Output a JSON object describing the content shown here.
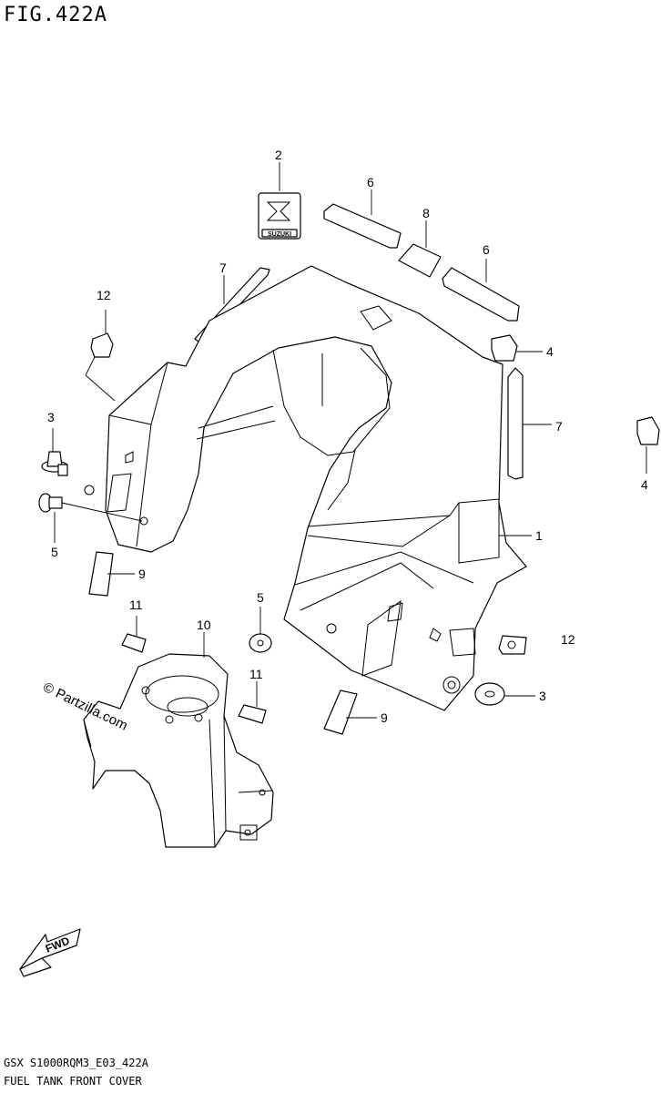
{
  "figure": {
    "title": "FIG.422A",
    "footer_code": "GSX S1000RQM3_E03_422A",
    "footer_description": "FUEL TANK FRONT COVER",
    "watermark": "© Partzilla.com",
    "fwd_label": "FWD",
    "emblem_text": "SUZUKI"
  },
  "callouts": [
    {
      "id": "c2",
      "label": "2"
    },
    {
      "id": "c6a",
      "label": "6"
    },
    {
      "id": "c8",
      "label": "8"
    },
    {
      "id": "c6b",
      "label": "6"
    },
    {
      "id": "c7a",
      "label": "7"
    },
    {
      "id": "c12a",
      "label": "12"
    },
    {
      "id": "c4a",
      "label": "4"
    },
    {
      "id": "c7b",
      "label": "7"
    },
    {
      "id": "c4b",
      "label": "4"
    },
    {
      "id": "c3a",
      "label": "3"
    },
    {
      "id": "c5a",
      "label": "5"
    },
    {
      "id": "c1",
      "label": "1"
    },
    {
      "id": "c9a",
      "label": "9"
    },
    {
      "id": "c11a",
      "label": "11"
    },
    {
      "id": "c10",
      "label": "10"
    },
    {
      "id": "c5b",
      "label": "5"
    },
    {
      "id": "c12b",
      "label": "12"
    },
    {
      "id": "c11b",
      "label": "11"
    },
    {
      "id": "c3b",
      "label": "3"
    },
    {
      "id": "c9b",
      "label": "9"
    }
  ]
}
